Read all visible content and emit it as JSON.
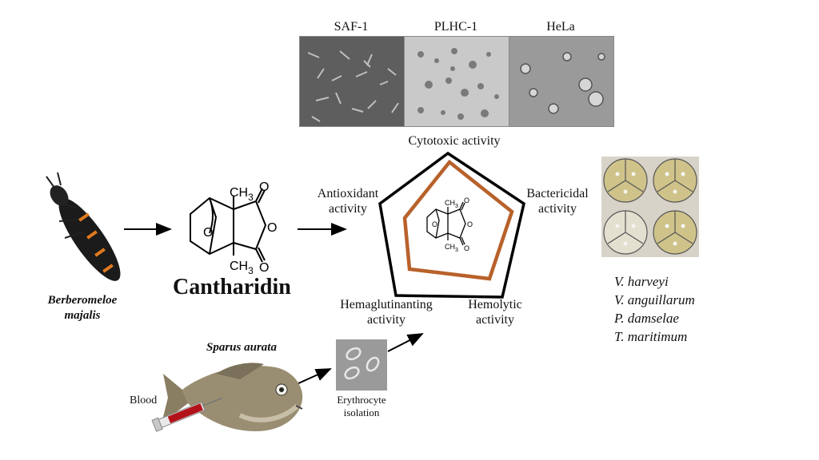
{
  "cell_lines": [
    "SAF-1",
    "PLHC-1",
    "HeLa"
  ],
  "labels": {
    "cytotoxic": "Cytotoxic activity",
    "antioxidant": [
      "Antioxidant",
      "activity"
    ],
    "bactericidal": [
      "Bactericidal",
      "activity"
    ],
    "hemaglutinanting": [
      "Hemaglutinanting",
      "activity"
    ],
    "hemolytic": [
      "Hemolytic",
      "activity"
    ],
    "compound": "Cantharidin",
    "beetle_name": [
      "Berberomeloe",
      "majalis"
    ],
    "fish_name": "Sparus aurata",
    "blood": "Blood",
    "erythrocyte": [
      "Erythrocyte",
      "isolation"
    ]
  },
  "bacteria": [
    "V. harveyi",
    "V. anguillarum",
    "P. damselae",
    "T. maritimum"
  ],
  "structure_text": {
    "ch3": "CH",
    "sub3": "3",
    "o": "O"
  },
  "colors": {
    "pentagon_outer": "#000000",
    "pentagon_inner": "#b8612a",
    "agar": "#cfc38a"
  },
  "icons": [
    "beetle-image",
    "fish-image",
    "syringe-icon",
    "erythrocyte-micrograph",
    "petri-dishes-image"
  ]
}
